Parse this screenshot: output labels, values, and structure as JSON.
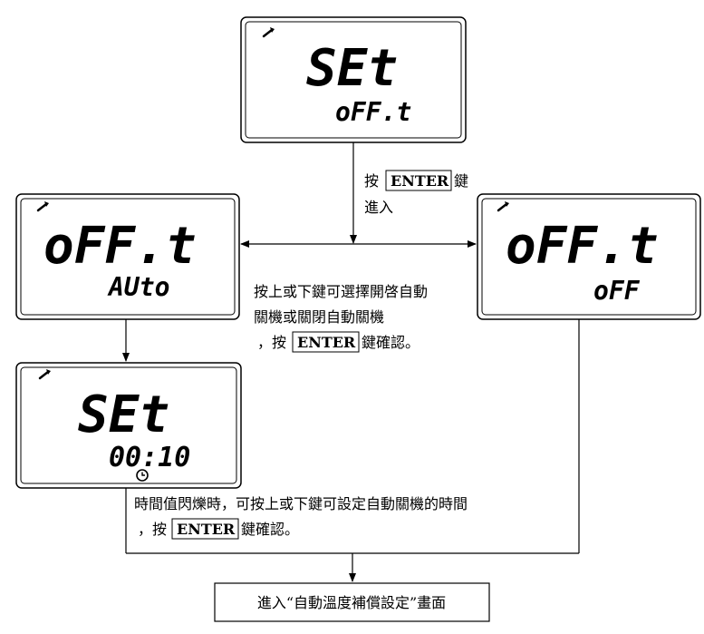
{
  "screens": {
    "top": {
      "main": "SEt",
      "sub": "oFF.t"
    },
    "left": {
      "main": "oFF.t",
      "sub": "AUto"
    },
    "right": {
      "main": "oFF.t",
      "sub": "oFF"
    },
    "timer": {
      "main": "SEt",
      "sub": "00:10"
    }
  },
  "notes": {
    "enter_prefix": "按",
    "enter_key": "ENTER",
    "enter_suffix": "鍵",
    "enter_line2": "進入",
    "select_line1": "按上或下鍵可選擇開啓自動",
    "select_line2": "關機或關閉自動關機",
    "select_line3_prefix": "，按",
    "select_line3_key": "ENTER",
    "select_line3_suffix": "鍵確認。",
    "timer_line1": "時間值閃爍時，可按上或下鍵可設定自動關機的時間",
    "timer_line2_prefix": "，按",
    "timer_line2_key": "ENTER",
    "timer_line2_suffix": "鍵確認。"
  },
  "final": {
    "label": "進入“自動溫度補償設定”畫面"
  },
  "icons": {
    "wrench": "wrench-icon",
    "clock": "clock-icon"
  }
}
